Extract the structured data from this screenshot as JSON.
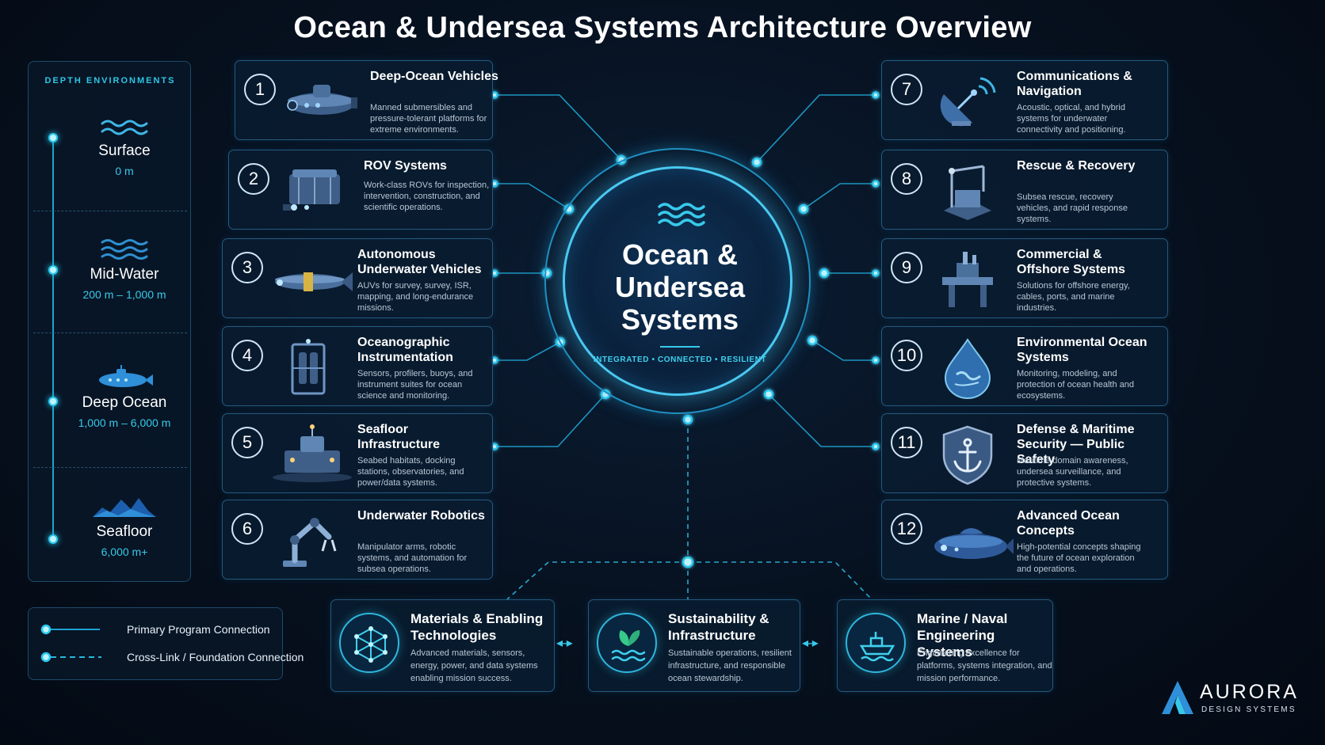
{
  "title": "Ocean & Undersea Systems Architecture Overview",
  "depth_panel": {
    "heading": "DEPTH ENVIRONMENTS",
    "levels": [
      {
        "name": "Surface",
        "range": "0 m",
        "icon": "waves-icon"
      },
      {
        "name": "Mid-Water",
        "range": "200 m – 1,000 m",
        "icon": "waves-icon"
      },
      {
        "name": "Deep Ocean",
        "range": "1,000 m – 6,000 m",
        "icon": "submarine-icon"
      },
      {
        "name": "Seafloor",
        "range": "6,000 m+",
        "icon": "seafloor-icon"
      }
    ]
  },
  "hub": {
    "title_lines": [
      "Ocean &",
      "Undersea",
      "Systems"
    ],
    "subtitle": "INTEGRATED • CONNECTED • RESILIENT"
  },
  "left_cards": [
    {
      "number": "1",
      "title": "Deep-Ocean Vehicles",
      "description": "Manned submersibles and pressure-tolerant platforms for extreme environments.",
      "icon": "submersible-icon"
    },
    {
      "number": "2",
      "title": "ROV Systems",
      "description": "Work-class ROVs for inspection, intervention, construction, and scientific operations.",
      "icon": "rov-icon"
    },
    {
      "number": "3",
      "title": "Autonomous Underwater Vehicles",
      "description": "AUVs for survey, survey, ISR, mapping, and long-endurance missions.",
      "icon": "auv-icon"
    },
    {
      "number": "4",
      "title": "Oceanographic Instrumentation",
      "description": "Sensors, profilers, buoys, and instrument suites for ocean science and monitoring.",
      "icon": "instrument-frame-icon"
    },
    {
      "number": "5",
      "title": "Seafloor Infrastructure",
      "description": "Seabed habitats, docking stations, observatories, and power/data systems.",
      "icon": "seafloor-station-icon"
    },
    {
      "number": "6",
      "title": "Underwater Robotics",
      "description": "Manipulator arms, robotic systems, and automation for subsea operations.",
      "icon": "robotic-arm-icon"
    }
  ],
  "right_cards": [
    {
      "number": "7",
      "title": "Communications & Navigation",
      "description": "Acoustic, optical, and hybrid systems for underwater connectivity and positioning.",
      "icon": "satellite-dish-icon"
    },
    {
      "number": "8",
      "title": "Rescue & Recovery",
      "description": "Subsea rescue, recovery vehicles, and rapid response systems.",
      "icon": "recovery-frame-icon"
    },
    {
      "number": "9",
      "title": "Commercial & Offshore Systems",
      "description": "Solutions for offshore energy, cables, ports, and marine industries.",
      "icon": "offshore-platform-icon"
    },
    {
      "number": "10",
      "title": "Environmental Ocean Systems",
      "description": "Monitoring, modeling, and protection of ocean health and ecosystems.",
      "icon": "water-drop-globe-icon"
    },
    {
      "number": "11",
      "title": "Defense & Maritime Security — Public Safety",
      "description": "Maritime domain awareness, undersea surveillance, and protective systems.",
      "icon": "anchor-shield-icon"
    },
    {
      "number": "12",
      "title": "Advanced Ocean Concepts",
      "description": "High-potential concepts shaping the future of ocean exploration and operations.",
      "icon": "future-submarine-icon"
    }
  ],
  "foundation": [
    {
      "title": "Materials & Enabling Technologies",
      "description": "Advanced materials, sensors, energy, power, and data systems enabling mission success.",
      "icon": "molecule-network-icon"
    },
    {
      "title": "Sustainability & Infrastructure",
      "description": "Sustainable operations, resilient infrastructure, and responsible ocean stewardship.",
      "icon": "leaf-waves-icon"
    },
    {
      "title": "Marine / Naval Engineering Systems",
      "description": "Engineering excellence for platforms, systems integration, and mission performance.",
      "icon": "ship-icon"
    }
  ],
  "legend": {
    "primary": "Primary Program Connection",
    "crosslink": "Cross-Link / Foundation Connection"
  },
  "logo": {
    "name": "AURORA",
    "tagline": "DESIGN SYSTEMS"
  },
  "colors": {
    "accent": "#38c9ea",
    "panel_border": "#245a80",
    "background": "#06101e"
  }
}
